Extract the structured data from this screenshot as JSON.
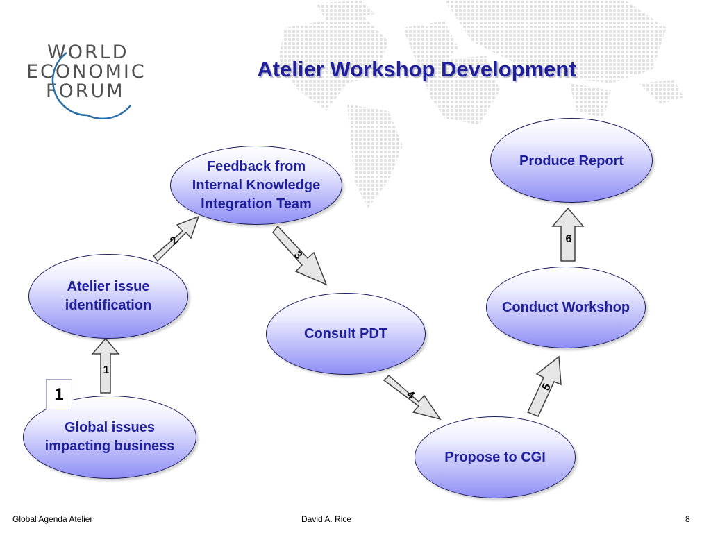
{
  "logo": {
    "line1": "WORLD",
    "line2": "ECONOMIC",
    "line3": "FORUM"
  },
  "title": "Atelier Workshop Development",
  "nodes": {
    "global_issues": "Global issues\nimpacting business",
    "issue_identification": "Atelier issue\nidentification",
    "feedback": "Feedback from\nInternal Knowledge\nIntegration Team",
    "consult_pdt": "Consult PDT",
    "propose_cgi": "Propose to CGI",
    "conduct_workshop": "Conduct Workshop",
    "produce_report": "Produce Report"
  },
  "arrows": [
    "1",
    "2",
    "3",
    "4",
    "5",
    "6"
  ],
  "step_badge": "1",
  "footer": {
    "left": "Global Agenda Atelier",
    "center": "David A. Rice",
    "right": "8"
  },
  "colors": {
    "title": "#1f1f9a",
    "node_text": "#1f1f9a",
    "arrow_fill": "#e6e6e6"
  }
}
